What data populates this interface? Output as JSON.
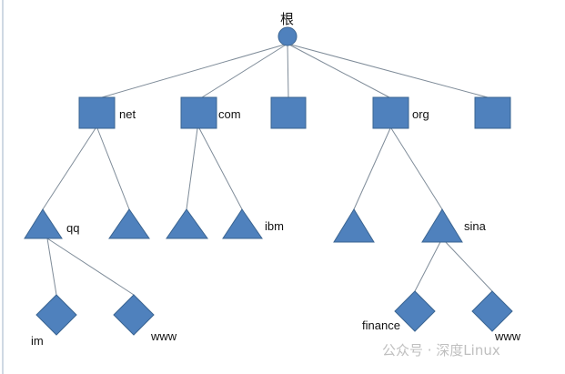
{
  "root": {
    "label": "根"
  },
  "level1": [
    {
      "label": "net"
    },
    {
      "label": "com"
    },
    {
      "label": ""
    },
    {
      "label": "org"
    },
    {
      "label": ""
    }
  ],
  "level2": [
    {
      "label": "qq"
    },
    {
      "label": ""
    },
    {
      "label": ""
    },
    {
      "label": "ibm"
    },
    {
      "label": ""
    },
    {
      "label": "sina"
    }
  ],
  "level3": [
    {
      "label": "im"
    },
    {
      "label": "www"
    },
    {
      "label": "finance"
    },
    {
      "label": "www"
    }
  ],
  "watermark": "公众号 · 深度Linux",
  "colors": {
    "node": "#4f81bd",
    "stroke": "#3a6491",
    "edge": "#7f8c99"
  }
}
